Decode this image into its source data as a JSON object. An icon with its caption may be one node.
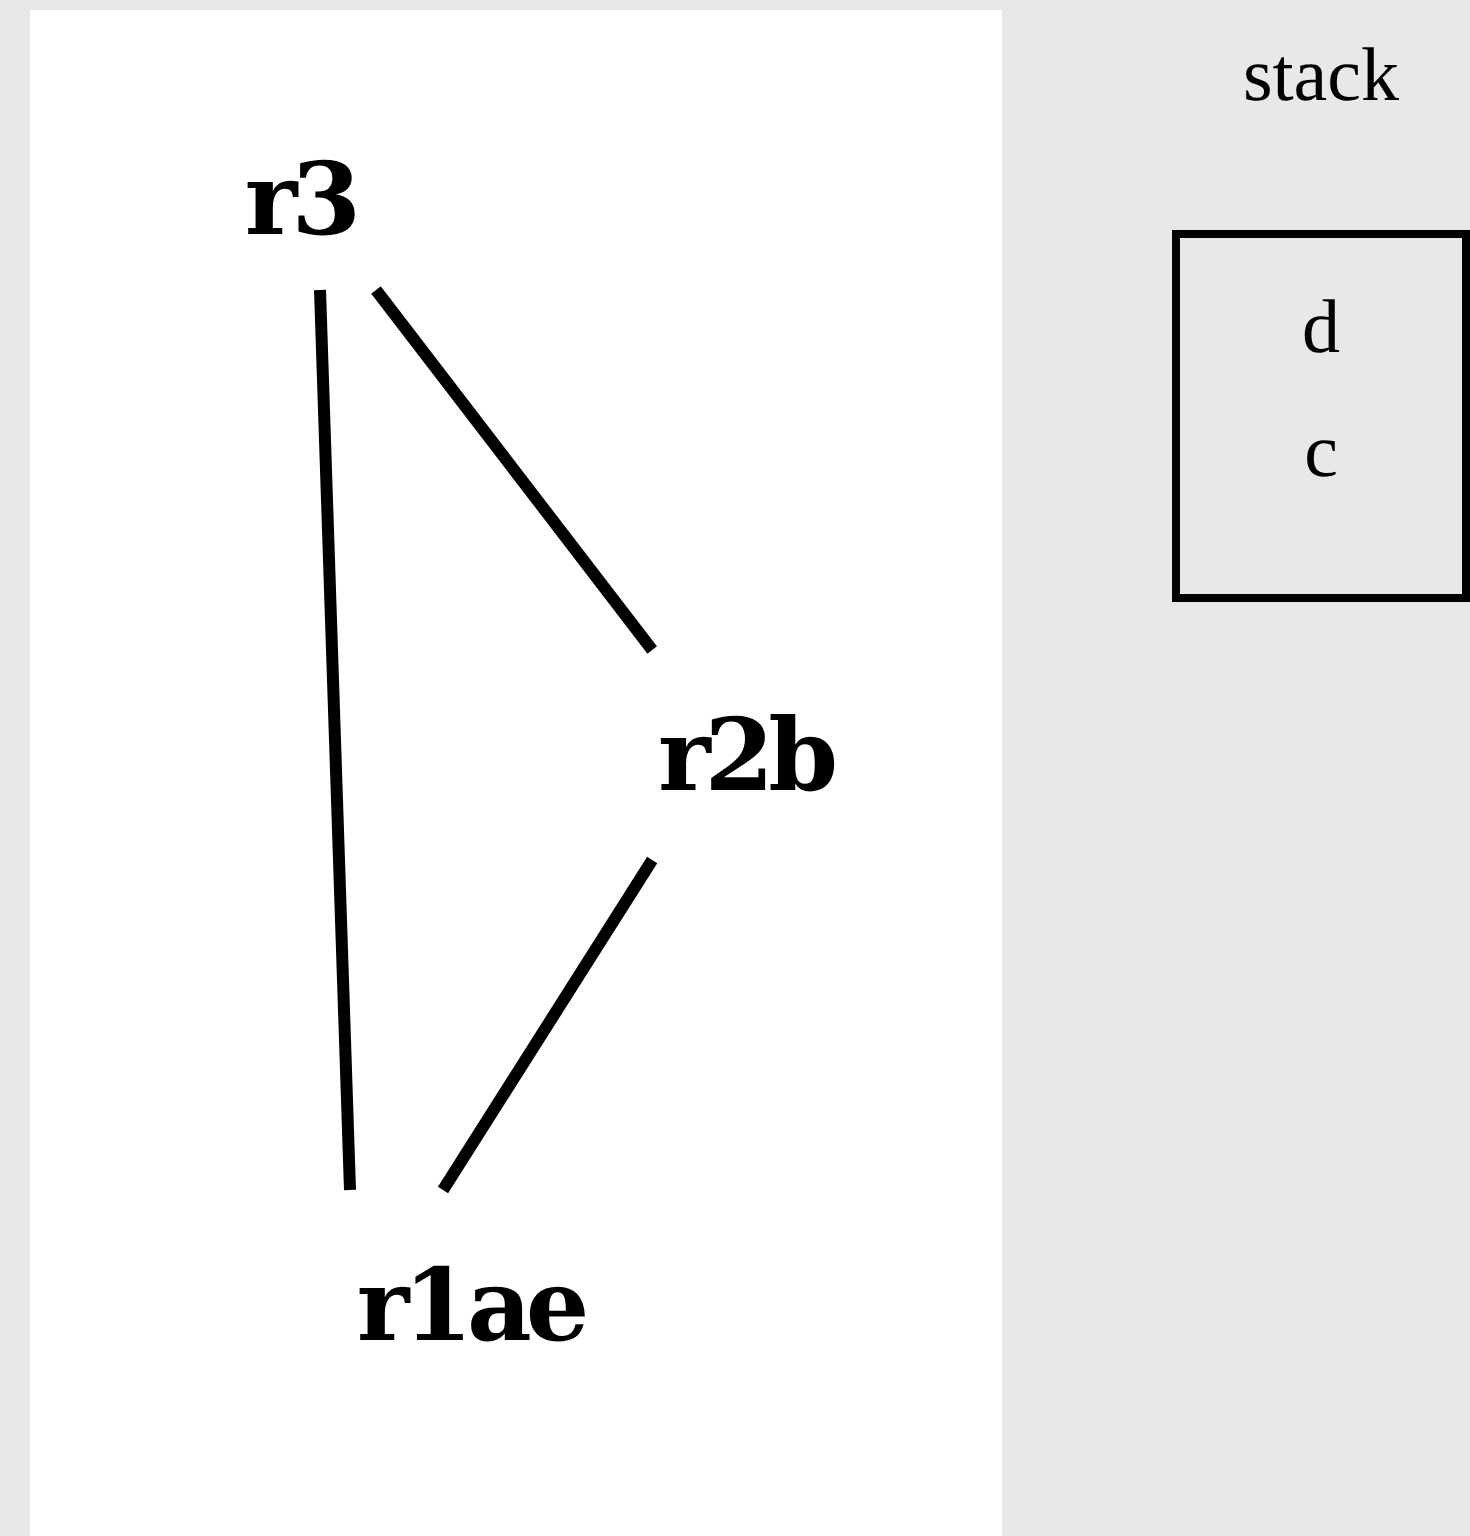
{
  "diagram": {
    "nodes": [
      {
        "text": [
          "r3"
        ]
      },
      {
        "text": [
          "r2b"
        ]
      },
      {
        "text": [
          "r1ae"
        ]
      },
      {
        "text": [
          "stack",
          "d",
          "c"
        ]
      }
    ],
    "edges": [
      {
        "from": 0,
        "to": 2,
        "arrow": "none"
      },
      {
        "from": 0,
        "to": 1,
        "arrow": "none"
      },
      {
        "from": 1,
        "to": 2,
        "arrow": "none"
      }
    ]
  }
}
